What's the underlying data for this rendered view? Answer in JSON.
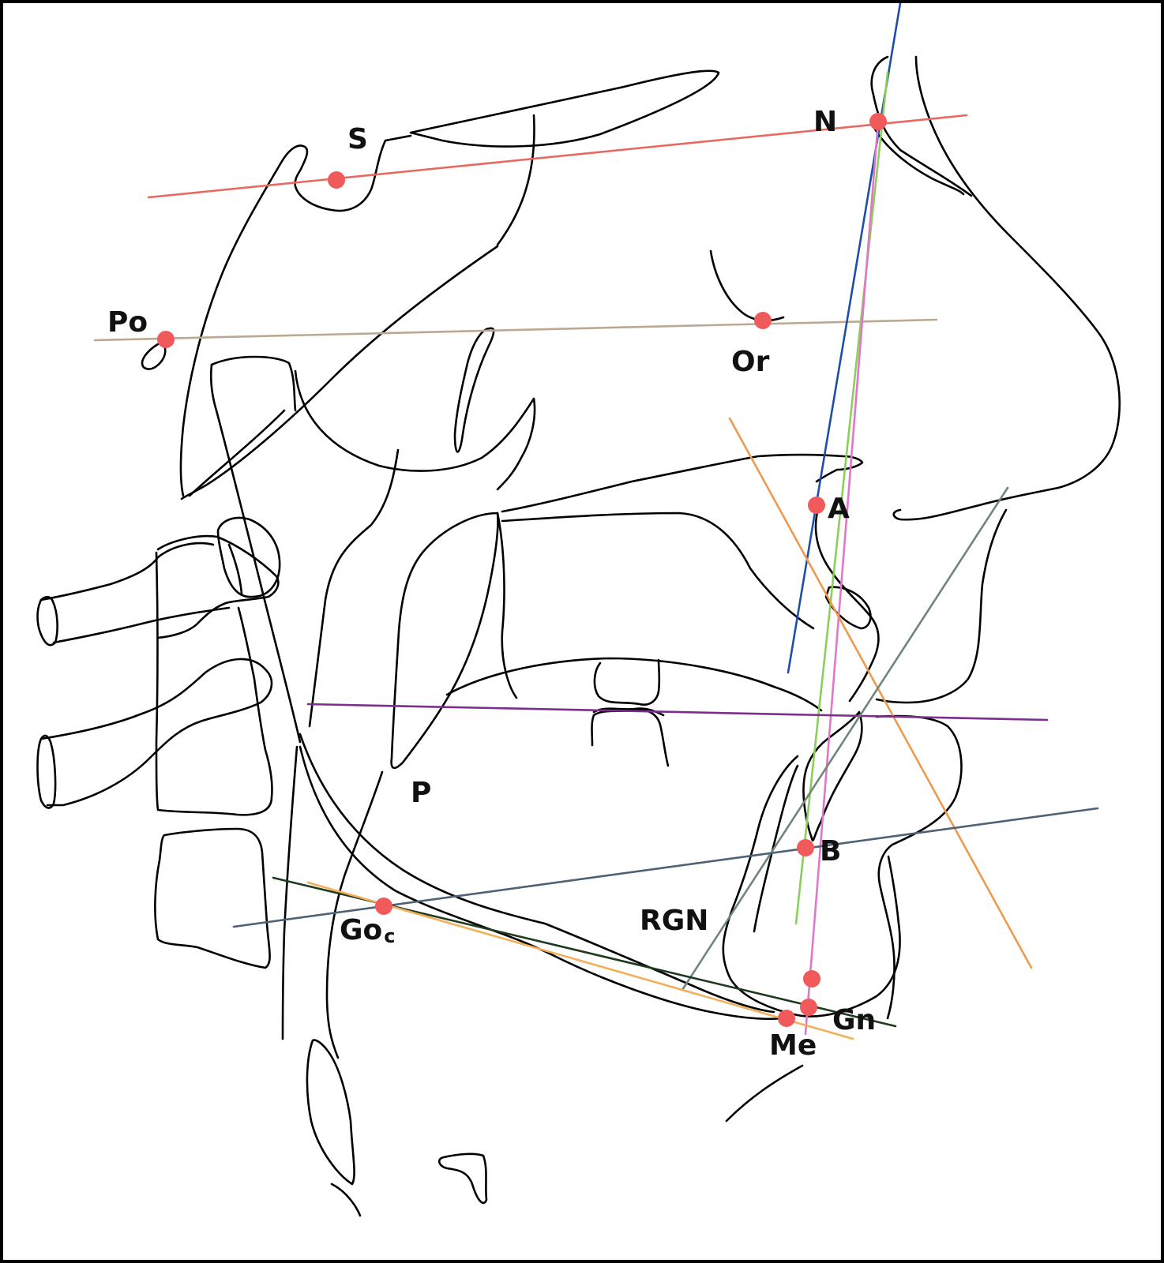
{
  "colors": {
    "outline": "#000000",
    "landmark": "#f05a5a",
    "sn_line": "#e8675f",
    "frankfort_line": "#bca892",
    "occlusal_line": "#7a2f8a",
    "np_line": "#1f4ea8",
    "nb_line": "#e077c8",
    "green_line": "#8bcf5a",
    "orange_line": "#ee9a4e",
    "rgn_line": "#6f8678",
    "goc_b_line": "#4d6177",
    "mandibular_line": "#1f3a1f",
    "tangent_line": "#f3b05c"
  },
  "landmarks": {
    "S": "S",
    "N": "N",
    "Po": "Po",
    "Or": "Or",
    "A": "A",
    "B": "B",
    "P": "P",
    "Go": "Go",
    "Go_sub": "c",
    "RGN": "RGN",
    "Gn": "Gn",
    "Me": "Me"
  }
}
